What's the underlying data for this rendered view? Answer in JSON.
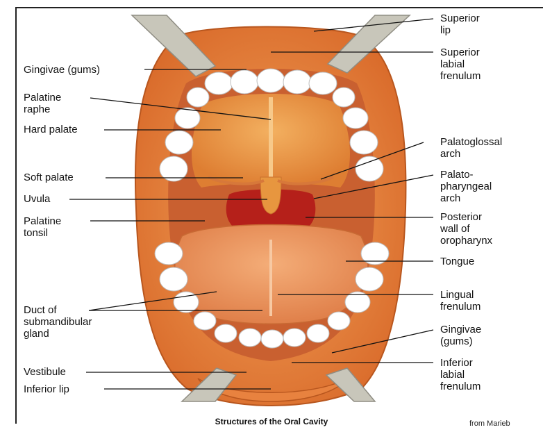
{
  "labels": {
    "superior_lip": "Superior\nlip",
    "superior_labial_frenulum": "Superior\nlabial\nfrenulum",
    "gingivae_top": "Gingivae (gums)",
    "palatine_raphe": "Palatine\nraphe",
    "hard_palate": "Hard palate",
    "palatoglossal_arch": "Palatoglossal\narch",
    "soft_palate": "Soft palate",
    "palatopharyngeal_arch": "Palato-\npharyngeal\narch",
    "uvula": "Uvula",
    "palatine_tonsil": "Palatine\ntonsil",
    "posterior_wall": "Posterior\nwall of\noropharynx",
    "tongue": "Tongue",
    "lingual_frenulum": "Lingual\nfrenulum",
    "duct_submandibular": "Duct of\nsubmandibular\ngland",
    "gingivae_bottom": "Gingivae\n(gums)",
    "inferior_labial_frenulum": "Inferior\nlabial\nfrenulum",
    "vestibule": "Vestibule",
    "inferior_lip": "Inferior lip"
  },
  "caption": "Structures of the Oral Cavity",
  "credit": "from Marieb",
  "colors": {
    "lip": "#e8823f",
    "palate": "#e89a4a",
    "tongue": "#eb955c",
    "throat": "#b01818",
    "teeth": "#ffffff",
    "retractor": "#c8c6ba"
  }
}
